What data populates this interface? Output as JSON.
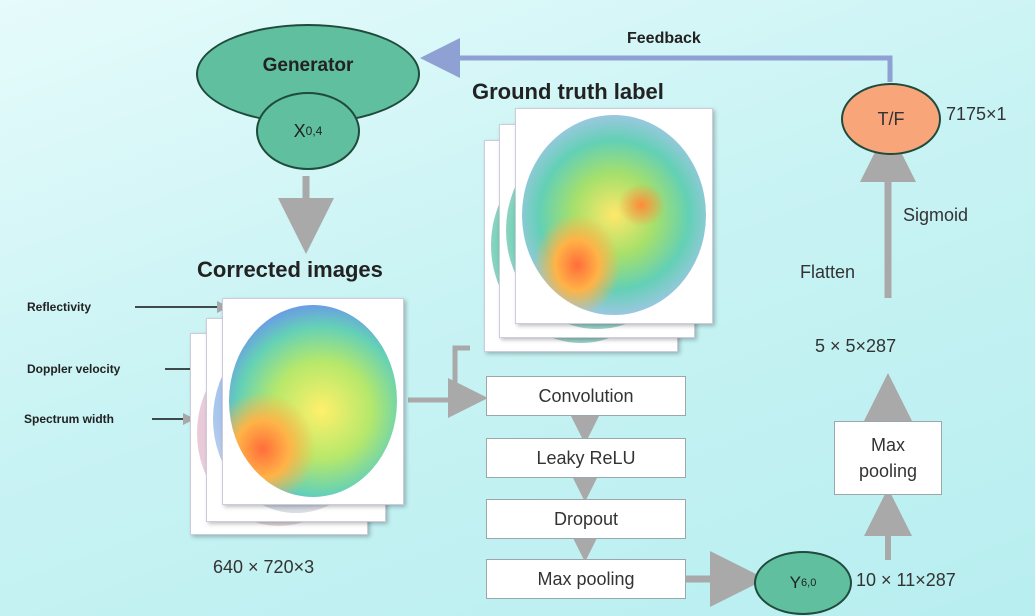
{
  "generator": {
    "label": "Generator",
    "x_node": "X",
    "x_sup": "0,4"
  },
  "feedback": {
    "label": "Feedback"
  },
  "ground_truth": {
    "title": "Ground truth label"
  },
  "corrected": {
    "title": "Corrected images",
    "size": "640 × 720×3"
  },
  "channels": [
    "Reflectivity",
    "Doppler velocity",
    "Spectrum width"
  ],
  "layers": [
    "Convolution",
    "Leaky ReLU",
    "Dropout",
    "Max pooling"
  ],
  "y_node": {
    "label": "Y",
    "sup": "6,0",
    "size": "10 × 11×287"
  },
  "max_pool2": {
    "line1": "Max",
    "line2": "pooling"
  },
  "dims_5": "5 × 5×287",
  "flatten": "Flatten",
  "sigmoid": "Sigmoid",
  "tf_node": {
    "label": "T/F",
    "size": "7175×1"
  },
  "colors": {
    "node_green": "#5fbf9f",
    "node_orange": "#f8a57a",
    "arrow_gray": "#a9a9a9",
    "feedback_arrow": "#8ea1d2"
  }
}
